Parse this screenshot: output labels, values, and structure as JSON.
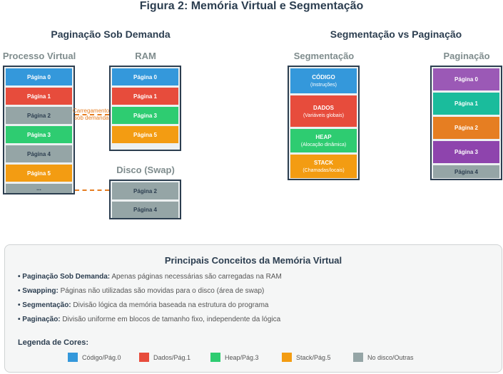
{
  "title": "Figura 2: Memória Virtual e Segmentação",
  "colors": {
    "blue": "#3498db",
    "red": "#e74c3c",
    "green": "#2ecc71",
    "orange": "#f39c12",
    "gray": "#95a5a6",
    "purple": "#9b59b6",
    "teal": "#1abc9c",
    "dark_orange": "#e67e22",
    "dark_purple": "#8e44ad",
    "navy": "#2c3e50"
  },
  "left": {
    "heading": "Paginação Sob Demanda",
    "process_label": "Processo Virtual",
    "ram_label": "RAM",
    "disk_label": "Disco (Swap)",
    "loading_note": [
      "Carregamento",
      "sob demanda"
    ],
    "process_pages": [
      "Página 0",
      "Página 1",
      "Página 2",
      "Página 3",
      "Página 4",
      "Página 5",
      "..."
    ],
    "ram_pages": [
      "Página 0",
      "Página 1",
      "Página 3",
      "Página 5"
    ],
    "disk_pages": [
      "Página 2",
      "Página 4"
    ]
  },
  "right": {
    "heading": "Segmentação vs Paginação",
    "seg_label": "Segmentação",
    "pag_label": "Paginação",
    "segments": [
      {
        "name": "CÓDIGO",
        "desc": "(Instruções)"
      },
      {
        "name": "DADOS",
        "desc": "(Variáveis globais)"
      },
      {
        "name": "HEAP",
        "desc": "(Alocação dinâmica)"
      },
      {
        "name": "STACK",
        "desc": "(Chamadas/locais)"
      }
    ],
    "pages": [
      "Página 0",
      "Página 1",
      "Página 2",
      "Página 3",
      "Página 4"
    ]
  },
  "concepts": {
    "title": "Principais Conceitos da Memória Virtual",
    "items": [
      {
        "term": "• Paginação Sob Demanda:",
        "text": "Apenas páginas necessárias são carregadas na RAM"
      },
      {
        "term": "• Swapping:",
        "text": "Páginas não utilizadas são movidas para o disco (área de swap)"
      },
      {
        "term": "• Segmentação:",
        "text": "Divisão lógica da memória baseada na estrutura do programa"
      },
      {
        "term": "• Paginação:",
        "text": "Divisão uniforme em blocos de tamanho fixo, independente da lógica"
      }
    ],
    "legend_title": "Legenda de Cores:",
    "legend": [
      {
        "label": "Código/Pág.0",
        "color": "#3498db"
      },
      {
        "label": "Dados/Pág.1",
        "color": "#e74c3c"
      },
      {
        "label": "Heap/Pág.3",
        "color": "#2ecc71"
      },
      {
        "label": "Stack/Pág.5",
        "color": "#f39c12"
      },
      {
        "label": "No disco/Outras",
        "color": "#95a5a6"
      }
    ]
  }
}
